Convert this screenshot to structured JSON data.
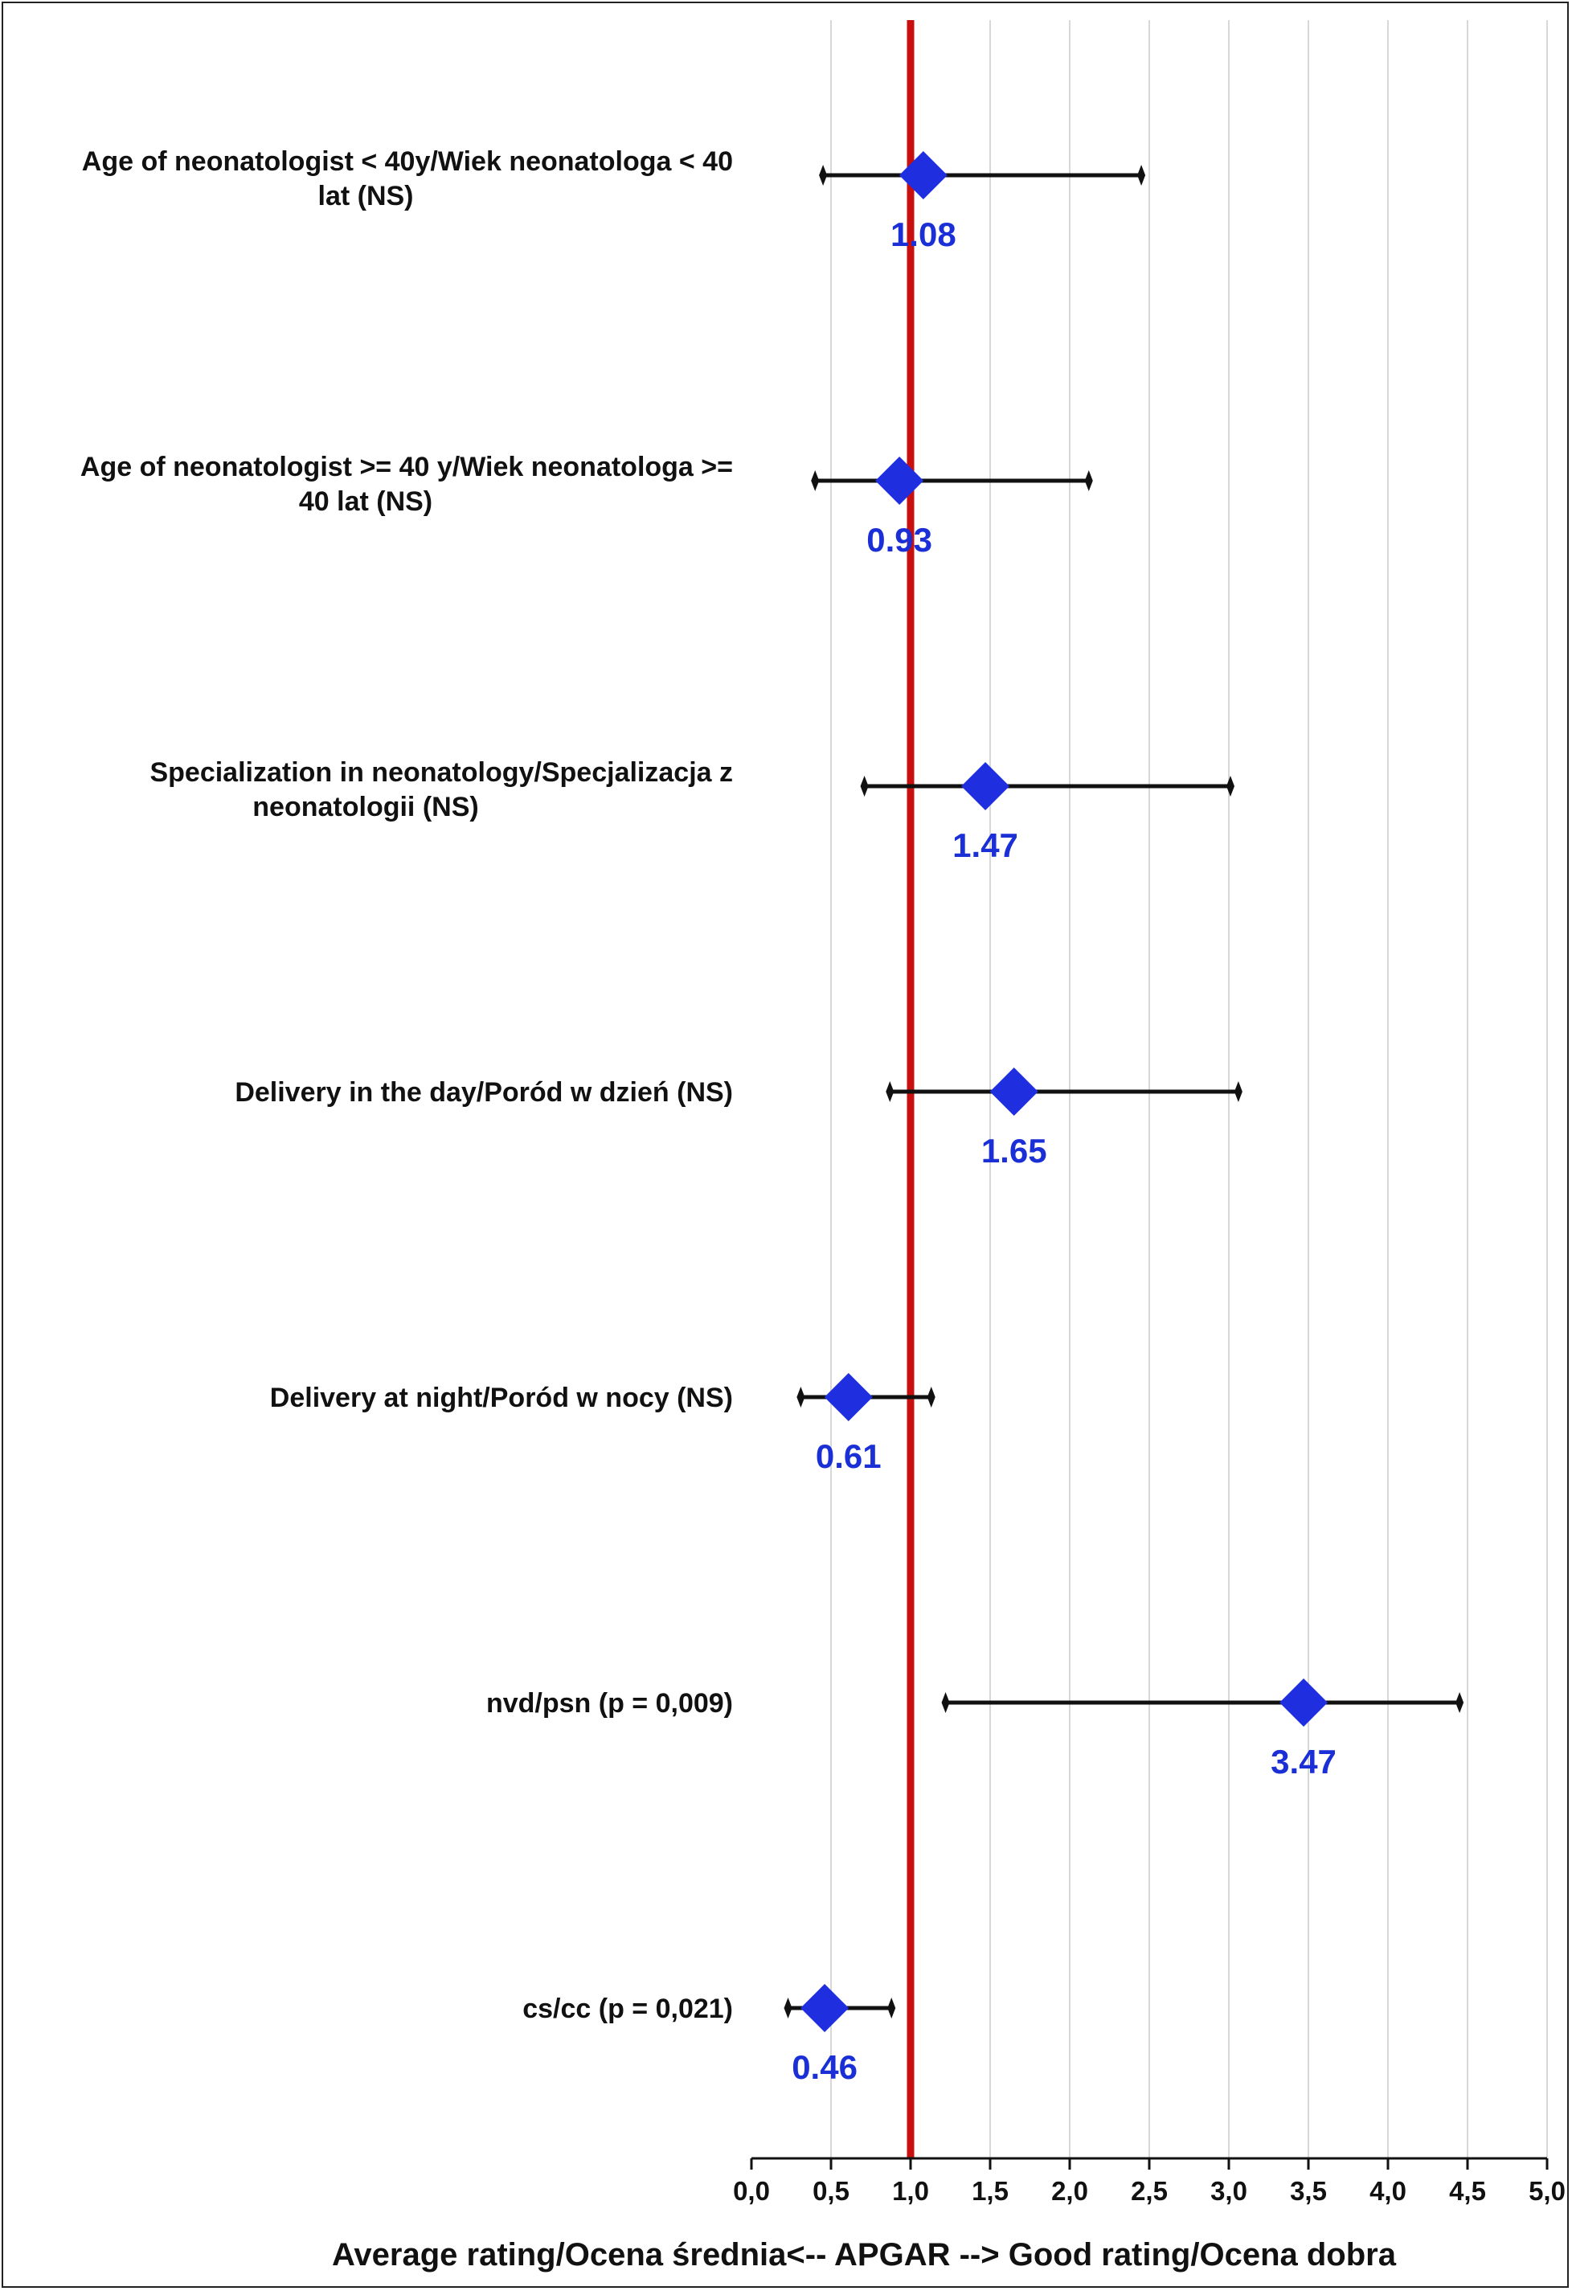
{
  "chart_data": {
    "type": "forest",
    "xlabel": "Average rating/Ocena średnia<-- APGAR --> Good rating/Ocena dobra",
    "xlim": [
      0,
      5
    ],
    "x_ticks": [
      0,
      0.5,
      1.0,
      1.5,
      2.0,
      2.5,
      3.0,
      3.5,
      4.0,
      4.5,
      5.0
    ],
    "x_tick_labels": [
      "0,0",
      "0,5",
      "1,0",
      "1,5",
      "2,0",
      "2,5",
      "3,0",
      "3,5",
      "4,0",
      "4,5",
      "5,0"
    ],
    "reference_line": 1.0,
    "grid": "vertical",
    "colors": {
      "point": "#1f2fe0",
      "value_label": "#1b2fd6",
      "reference": "#c8100f",
      "ci": "#111111",
      "grid": "#d8d8d8"
    },
    "rows": [
      {
        "label_lines": [
          "Age of neonatologist < 40y/Wiek neonatologa < 40",
          "lat (NS)"
        ],
        "value": 1.08,
        "value_label": "1.08",
        "ci": [
          0.45,
          2.45
        ]
      },
      {
        "label_lines": [
          "Age of neonatologist >= 40 y/Wiek neonatologa >=",
          "40 lat (NS)"
        ],
        "value": 0.93,
        "value_label": "0.93",
        "ci": [
          0.4,
          2.12
        ]
      },
      {
        "label_lines": [
          "Specialization in neonatology/Specjalizacja z",
          "neonatologii (NS)"
        ],
        "value": 1.47,
        "value_label": "1.47",
        "ci": [
          0.71,
          3.01
        ]
      },
      {
        "label_lines": [
          "Delivery in the day/Poród w dzień (NS)"
        ],
        "value": 1.65,
        "value_label": "1.65",
        "ci": [
          0.87,
          3.06
        ]
      },
      {
        "label_lines": [
          "Delivery at night/Poród w nocy (NS)"
        ],
        "value": 0.61,
        "value_label": "0.61",
        "ci": [
          0.31,
          1.13
        ]
      },
      {
        "label_lines": [
          "nvd/psn (p = 0,009)"
        ],
        "value": 3.47,
        "value_label": "3.47",
        "ci": [
          1.22,
          4.45
        ]
      },
      {
        "label_lines": [
          "cs/cc (p = 0,021)"
        ],
        "value": 0.46,
        "value_label": "0.46",
        "ci": [
          0.23,
          0.88
        ]
      }
    ]
  }
}
